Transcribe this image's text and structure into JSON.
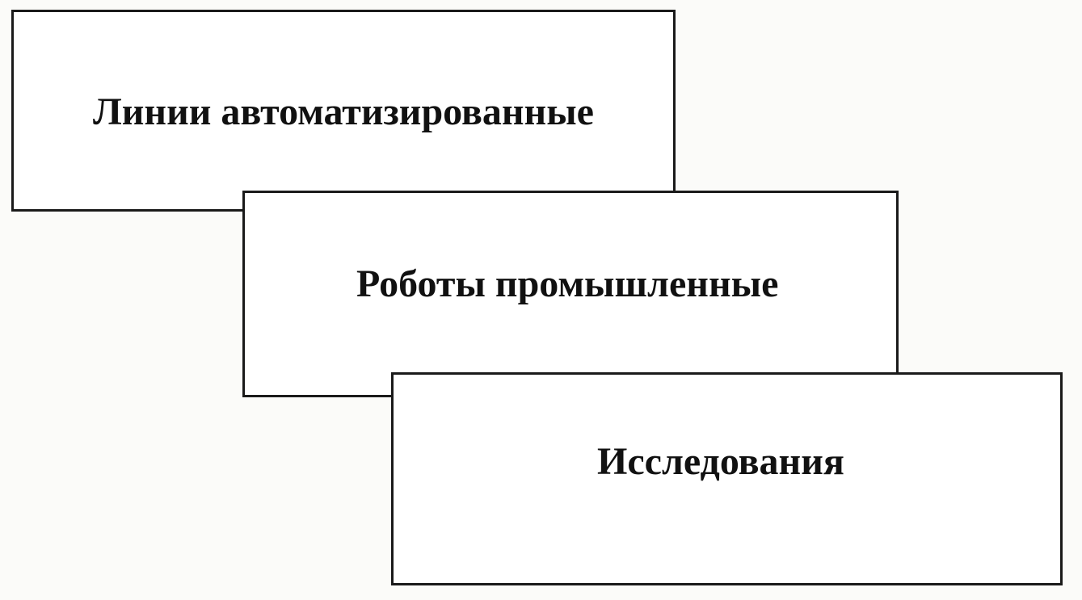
{
  "diagram": {
    "boxes": [
      {
        "label": "Линии автоматизированные"
      },
      {
        "label": "Роботы промышленные"
      },
      {
        "label": "Исследования"
      }
    ]
  }
}
